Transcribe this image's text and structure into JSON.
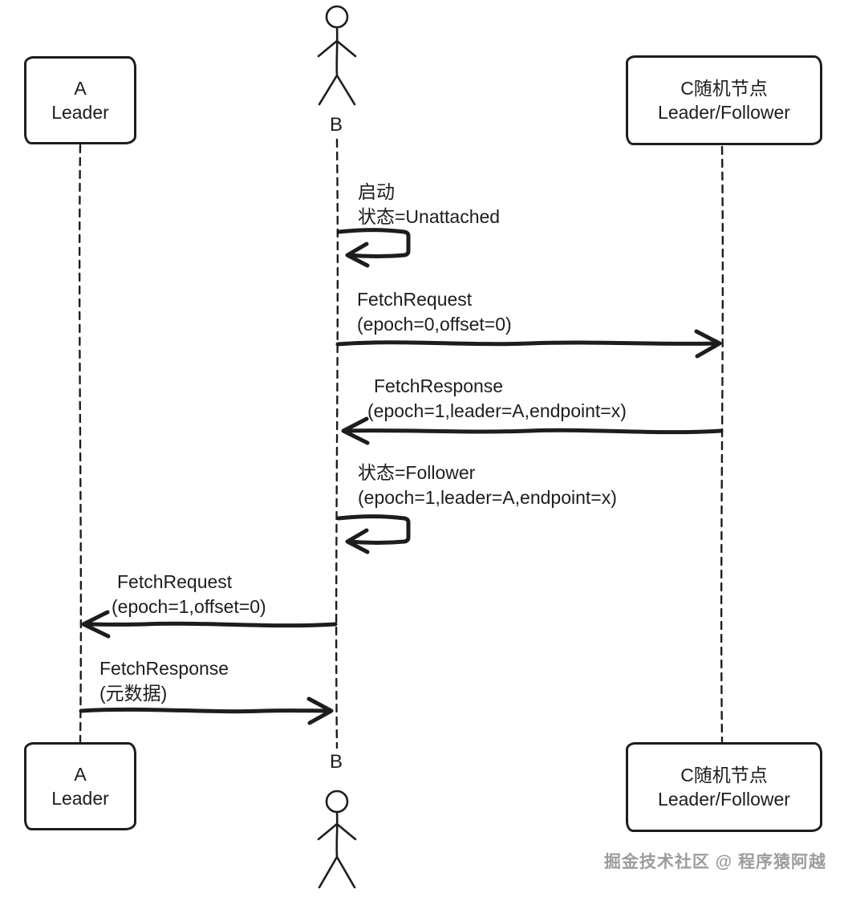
{
  "participants": {
    "a": {
      "line1": "A",
      "line2": "Leader"
    },
    "b": {
      "label": "B"
    },
    "c": {
      "line1": "C随机节点",
      "line2": "Leader/Follower"
    }
  },
  "messages": [
    {
      "kind": "self",
      "from": "B",
      "to": "B",
      "line1": "启动",
      "line2": "状态=Unattached"
    },
    {
      "kind": "message",
      "from": "B",
      "to": "C",
      "line1": "FetchRequest",
      "line2": "(epoch=0,offset=0)"
    },
    {
      "kind": "message",
      "from": "C",
      "to": "B",
      "line1": "FetchResponse",
      "line2": "(epoch=1,leader=A,endpoint=x)"
    },
    {
      "kind": "self",
      "from": "B",
      "to": "B",
      "line1": "状态=Follower",
      "line2": "(epoch=1,leader=A,endpoint=x)"
    },
    {
      "kind": "message",
      "from": "B",
      "to": "A",
      "line1": "FetchRequest",
      "line2": "(epoch=1,offset=0)"
    },
    {
      "kind": "message",
      "from": "A",
      "to": "B",
      "line1": "FetchResponse",
      "line2": "(元数据)"
    }
  ],
  "watermark": "掘金技术社区 @ 程序猿阿越",
  "colors": {
    "ink": "#1d1d1f",
    "background": "#ffffff",
    "watermark": "#9c9c9c"
  }
}
